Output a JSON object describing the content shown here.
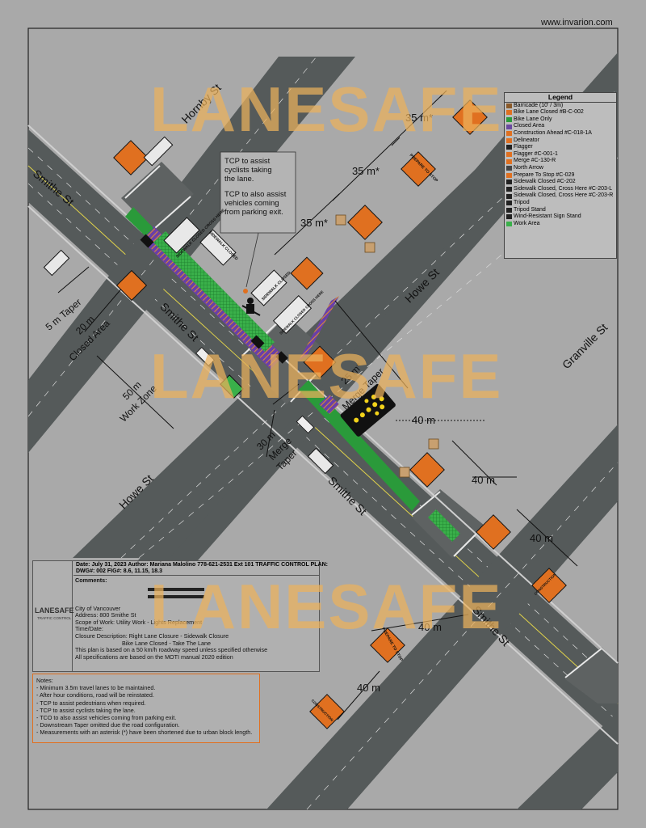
{
  "website": "www.invarion.com",
  "watermark": "LANESAFE",
  "streets": {
    "hornby": "Hornby St",
    "smithe_1": "Smithe St",
    "smithe_2": "Smithe St",
    "smithe_3": "Smithe St",
    "smithe_4": "Smithe St",
    "howe_1": "Howe St",
    "howe_2": "Howe St",
    "granville": "Granville St"
  },
  "dimensions": {
    "d1": "35 m*",
    "d2": "35 m*",
    "d3": "35 m*",
    "taper5": "5 m Taper",
    "closed20": "20 m",
    "closed_area": "Closed Area",
    "work50": "50 m",
    "work_zone": "Work Zone",
    "merge25": "25 m*",
    "merge25_label": "Merge Taper",
    "merge30": "30 m",
    "merge30_label": "Merge",
    "merge30_label2": "Taper",
    "d40a": "40 m",
    "d40b": "40 m",
    "d40c": "40 m",
    "d40d": "40 m",
    "d40e": "40 m"
  },
  "callout": {
    "line1": "TCP to assist",
    "line2": "cyclists taking",
    "line3": "the lane.",
    "line4": "TCP to also assist",
    "line5": "vehicles coming",
    "line6": "from parking exit."
  },
  "sign_text": {
    "sidewalk_closed": "SIDEWALK CLOSED",
    "sidewalk_closed_cross": "SIDEWALK CLOSED CROSS HERE",
    "prepare_to_stop": "PREPARE TO STOP",
    "construction": "CONSTRUCTION"
  },
  "legend": {
    "title": "Legend",
    "items": [
      {
        "label": "Barricade (10' / 3m)",
        "color": "#8a5a2a"
      },
      {
        "label": "Bike Lane Closed #B-C-002",
        "color": "#e07020"
      },
      {
        "label": "Bike Lane Only",
        "color": "#2a9a3a"
      },
      {
        "label": "Closed Area",
        "color": "#6a4aa0"
      },
      {
        "label": "Construction Ahead #C-018-1A",
        "color": "#e07020"
      },
      {
        "label": "Delineator",
        "color": "#e07020"
      },
      {
        "label": "Flagger",
        "color": "#222222"
      },
      {
        "label": "Flagger #C-001-1",
        "color": "#e07020"
      },
      {
        "label": "Merge #C-130-R",
        "color": "#e07020"
      },
      {
        "label": "North Arrow",
        "color": "#444444"
      },
      {
        "label": "Prepare To Stop #C-029",
        "color": "#e07020"
      },
      {
        "label": "Sidewalk Closed #C-202",
        "color": "#222222"
      },
      {
        "label": "Sidewalk Closed, Cross Here #C-203-L",
        "color": "#222222"
      },
      {
        "label": "Sidewalk Closed, Cross Here #C-203-R",
        "color": "#222222"
      },
      {
        "label": "Tripod",
        "color": "#222222"
      },
      {
        "label": "Tripod Stand",
        "color": "#222222"
      },
      {
        "label": "Wind-Resistant Sign Stand",
        "color": "#222222"
      },
      {
        "label": "Work Area",
        "color": "#3ab04a"
      }
    ]
  },
  "title_block": {
    "logo_main": "LANESAFE",
    "logo_sub": "TRAFFIC CONTROL",
    "header_line1": "Date: July 31, 2023 Author: Mariana Malolino 778-621-2531 Ext 101 TRAFFIC CONTROL PLAN:",
    "header_line2": "DWG#: 002 FIG#: 8.6, 11.15, 18.3",
    "comments_label": "Comments:",
    "client": "City of Vancouver",
    "address": "Address: 800 Smithe St",
    "scope": "Scope of Work: Utility Work - Lights Replacement",
    "time": "Time/Date:",
    "closure1": "Closure Description: Right Lane Closure - Sidewalk Closure",
    "closure2": "Bike Lane Closed - Take The Lane",
    "plan_note1": "This plan is based on a 50 km/h roadway speed unless specified otherwise",
    "plan_note2": "All specifications are based on the MOTI manual 2020 edition"
  },
  "notes": {
    "title": "Notes:",
    "lines": [
      "- Minimum 3.5m travel lanes to be maintained.",
      "- After hour conditions, road will be reinstated.",
      "- TCP to assist pedestrians when required.",
      "- TCP to assist cyclists taking the lane.",
      "- TCO to also assist vehicles coming from parking exit.",
      "- Downstream Taper omitted due the road configuration.",
      "- Measurements with an asterisk (*) have been shortened due to urban block length."
    ]
  }
}
